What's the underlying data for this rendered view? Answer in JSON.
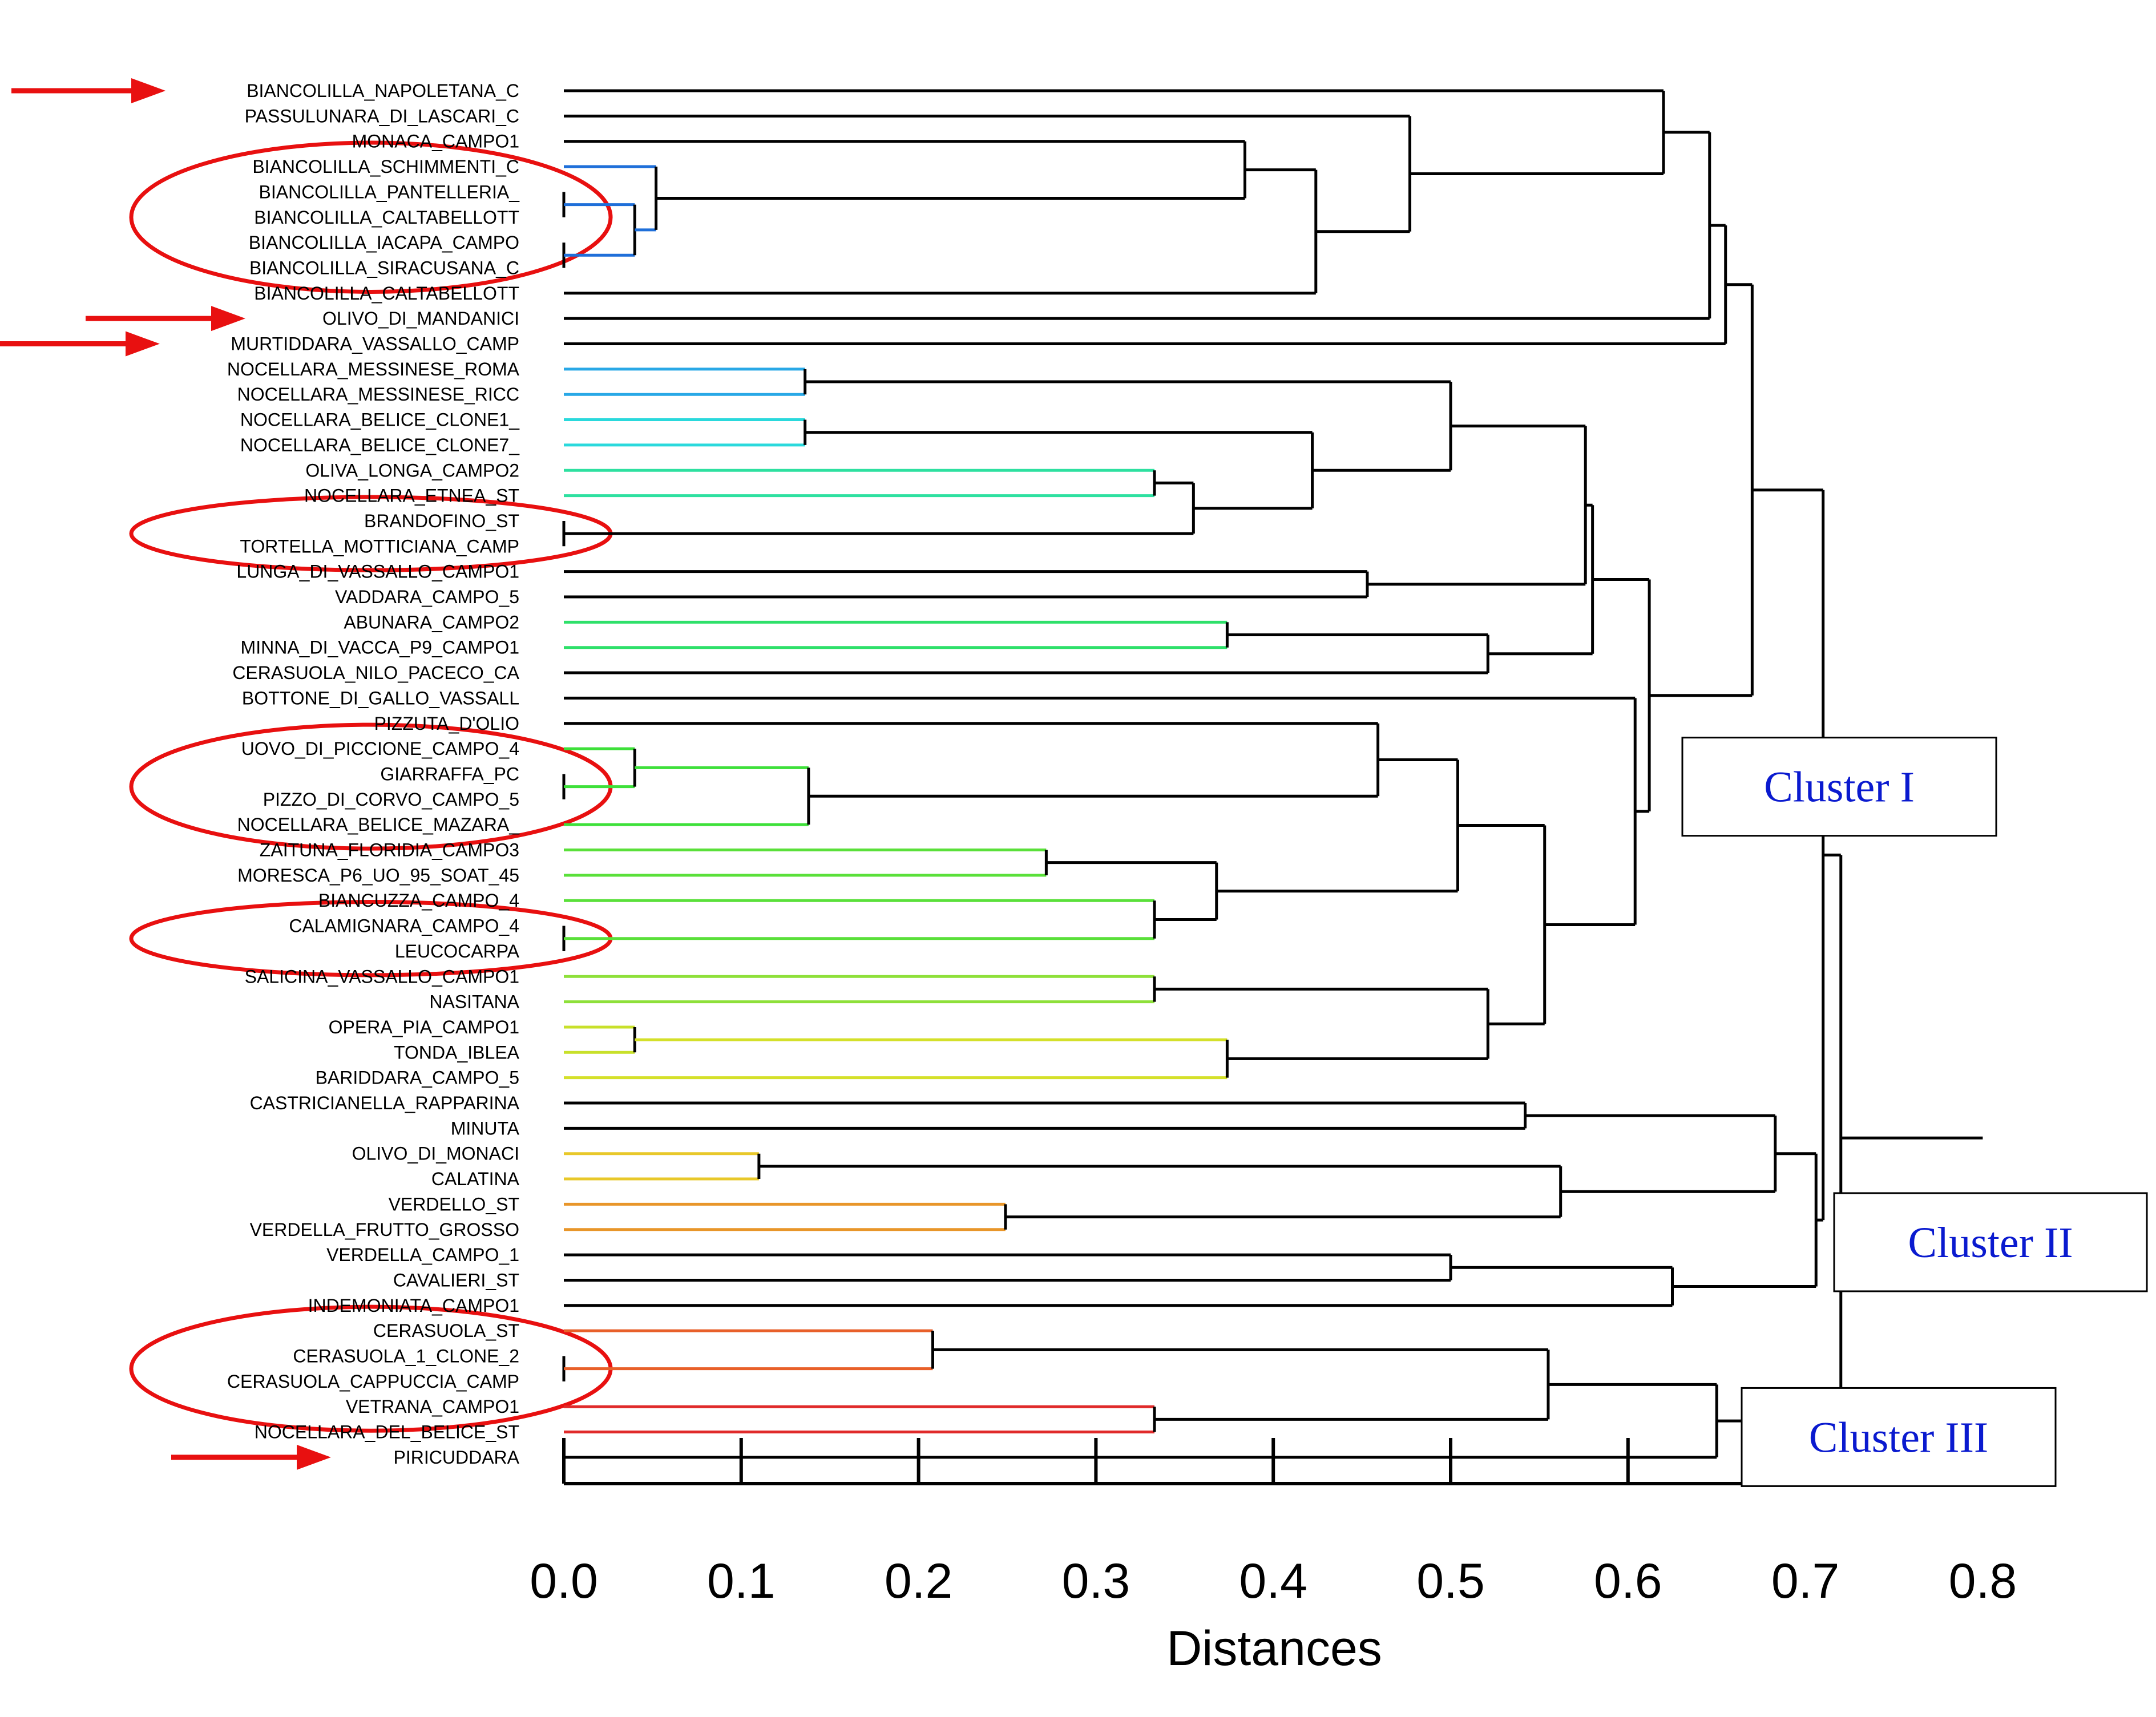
{
  "chart_data": {
    "type": "dendrogram",
    "xlabel": "Distances",
    "xlim": [
      0,
      0.8
    ],
    "ticks": [
      0.0,
      0.1,
      0.2,
      0.3,
      0.4,
      0.5,
      0.6,
      0.7,
      0.8
    ],
    "tick_labels": [
      "0.0",
      "0.1",
      "0.2",
      "0.3",
      "0.4",
      "0.5",
      "0.6",
      "0.7",
      "0.8"
    ],
    "leaves": [
      "BIANCOLILLA_NAPOLETANA_C",
      "PASSULUNARA_DI_LASCARI_C",
      "MONACA_CAMPO1",
      "BIANCOLILLA_SCHIMMENTI_C",
      "BIANCOLILLA_PANTELLERIA_",
      "BIANCOLILLA_CALTABELLOTT",
      "BIANCOLILLA_IACAPA_CAMPO",
      "BIANCOLILLA_SIRACUSANA_C",
      "BIANCOLILLA_CALTABELLOTT",
      "OLIVO_DI_MANDANICI",
      "MURTIDDARA_VASSALLO_CAMP",
      "NOCELLARA_MESSINESE_ROMA",
      "NOCELLARA_MESSINESE_RICC",
      "NOCELLARA_BELICE_CLONE1_",
      "NOCELLARA_BELICE_CLONE7_",
      "OLIVA_LONGA_CAMPO2",
      "NOCELLARA_ETNEA_ST",
      "BRANDOFINO_ST",
      "TORTELLA_MOTTICIANA_CAMP",
      "LUNGA_DI_VASSALLO_CAMPO1",
      "VADDARA_CAMPO_5",
      "ABUNARA_CAMPO2",
      "MINNA_DI_VACCA_P9_CAMPO1",
      "CERASUOLA_NILO_PACECO_CA",
      "BOTTONE_DI_GALLO_VASSALL",
      "PIZZUTA_D'OLIO",
      "UOVO_DI_PICCIONE_CAMPO_4",
      "GIARRAFFA_PC",
      "PIZZO_DI_CORVO_CAMPO_5",
      "NOCELLARA_BELICE_MAZARA_",
      "ZAITUNA_FLORIDIA_CAMPO3",
      "MORESCA_P6_UO_95_SOAT_45",
      "BIANCUZZA_CAMPO_4",
      "CALAMIGNARA_CAMPO_4",
      "LEUCOCARPA",
      "SALICINA_VASSALLO_CAMPO1",
      "NASITANA",
      "OPERA_PIA_CAMPO1",
      "TONDA_IBLEA",
      "BARIDDARA_CAMPO_5",
      "CASTRICIANELLA_RAPPARINA",
      "MINUTA",
      "OLIVO_DI_MONACI",
      "CALATINA",
      "VERDELLO_ST",
      "VERDELLA_FRUTTO_GROSSO",
      "VERDELLA_CAMPO_1",
      "CAVALIERI_ST",
      "INDEMONIATA_CAMPO1",
      "CERASUOLA_ST",
      "CERASUOLA_1_CLONE_2",
      "CERASUOLA_CAPPUCCIA_CAMP",
      "VETRANA_CAMPO1",
      "NOCELLARA_DEL_BELICE_ST",
      "PIRICUDDARA"
    ],
    "merges": [
      {
        "a": "L4",
        "b": "L5",
        "height": 0.0,
        "color": "#1f6fd9"
      },
      {
        "a": "L6",
        "b": "L7",
        "height": 0.0,
        "color": "#1f6fd9"
      },
      {
        "a": "N0",
        "b": "N1",
        "height": 0.04,
        "color": "#1f6fd9"
      },
      {
        "a": "L3",
        "b": "N2",
        "height": 0.052,
        "color": "#1f6fd9"
      },
      {
        "a": "L2",
        "b": "N3",
        "height": 0.384,
        "color": "#000000"
      },
      {
        "a": "N4",
        "b": "L8",
        "height": 0.424,
        "color": "#000000"
      },
      {
        "a": "L1",
        "b": "N5",
        "height": 0.477,
        "color": "#000000"
      },
      {
        "a": "L0",
        "b": "N6",
        "height": 0.62,
        "color": "#000000"
      },
      {
        "a": "N7",
        "b": "L9",
        "height": 0.646,
        "color": "#000000"
      },
      {
        "a": "N8",
        "b": "L10",
        "height": 0.655,
        "color": "#000000"
      },
      {
        "a": "L11",
        "b": "L12",
        "height": 0.136,
        "color": "#29a8e6"
      },
      {
        "a": "L13",
        "b": "L14",
        "height": 0.136,
        "color": "#2ad9dc"
      },
      {
        "a": "L17",
        "b": "L18",
        "height": 0.0,
        "color": "#000000"
      },
      {
        "a": "L15",
        "b": "L16",
        "height": 0.333,
        "color": "#2ee0a0"
      },
      {
        "a": "N13",
        "b": "N12",
        "height": 0.355,
        "color": "#000000"
      },
      {
        "a": "N11",
        "b": "N14",
        "height": 0.422,
        "color": "#000000"
      },
      {
        "a": "N10",
        "b": "N15",
        "height": 0.5,
        "color": "#000000"
      },
      {
        "a": "L19",
        "b": "L20",
        "height": 0.453,
        "color": "#000000"
      },
      {
        "a": "N16",
        "b": "N17",
        "height": 0.576,
        "color": "#000000"
      },
      {
        "a": "L21",
        "b": "L22",
        "height": 0.374,
        "color": "#2ee06a"
      },
      {
        "a": "N19",
        "b": "L23",
        "height": 0.521,
        "color": "#000000"
      },
      {
        "a": "N18",
        "b": "N20",
        "height": 0.58,
        "color": "#000000"
      },
      {
        "a": "L27",
        "b": "L28",
        "height": 0.0,
        "color": "#000000"
      },
      {
        "a": "L26",
        "b": "N22",
        "height": 0.04,
        "color": "#3ee03a"
      },
      {
        "a": "N23",
        "b": "L29",
        "height": 0.138,
        "color": "#3ee03a"
      },
      {
        "a": "L25",
        "b": "N24",
        "height": 0.459,
        "color": "#000000"
      },
      {
        "a": "L30",
        "b": "L31",
        "height": 0.272,
        "color": "#5ae03a"
      },
      {
        "a": "L33",
        "b": "L34",
        "height": 0.0,
        "color": "#000000"
      },
      {
        "a": "L32",
        "b": "N27",
        "height": 0.333,
        "color": "#5ae03a"
      },
      {
        "a": "N26",
        "b": "N28",
        "height": 0.368,
        "color": "#000000"
      },
      {
        "a": "N25",
        "b": "N29",
        "height": 0.504,
        "color": "#000000"
      },
      {
        "a": "L35",
        "b": "L36",
        "height": 0.333,
        "color": "#8ee03a"
      },
      {
        "a": "L37",
        "b": "L38",
        "height": 0.04,
        "color": "#c8e02a"
      },
      {
        "a": "N32",
        "b": "L39",
        "height": 0.374,
        "color": "#d4e02a"
      },
      {
        "a": "N31",
        "b": "N33",
        "height": 0.521,
        "color": "#000000"
      },
      {
        "a": "N30",
        "b": "N34",
        "height": 0.553,
        "color": "#000000"
      },
      {
        "a": "L24",
        "b": "N35",
        "height": 0.604,
        "color": "#000000"
      },
      {
        "a": "N21",
        "b": "N36",
        "height": 0.612,
        "color": "#000000"
      },
      {
        "a": "N9",
        "b": "N37",
        "height": 0.67,
        "color": "#000000"
      },
      {
        "a": "L40",
        "b": "L41",
        "height": 0.542,
        "color": "#000000"
      },
      {
        "a": "L42",
        "b": "L43",
        "height": 0.11,
        "color": "#e8c82a"
      },
      {
        "a": "L44",
        "b": "L45",
        "height": 0.249,
        "color": "#e8962a"
      },
      {
        "a": "N40",
        "b": "N41",
        "height": 0.562,
        "color": "#000000"
      },
      {
        "a": "N39",
        "b": "N42",
        "height": 0.683,
        "color": "#000000"
      },
      {
        "a": "L46",
        "b": "L47",
        "height": 0.5,
        "color": "#000000"
      },
      {
        "a": "N44",
        "b": "L48",
        "height": 0.625,
        "color": "#000000"
      },
      {
        "a": "N43",
        "b": "N45",
        "height": 0.706,
        "color": "#000000"
      },
      {
        "a": "N38",
        "b": "N46",
        "height": 0.71,
        "color": "#000000"
      },
      {
        "a": "L50",
        "b": "L51",
        "height": 0.0,
        "color": "#000000"
      },
      {
        "a": "L49",
        "b": "N48",
        "height": 0.208,
        "color": "#e8602a"
      },
      {
        "a": "L52",
        "b": "L53",
        "height": 0.333,
        "color": "#e02a2a"
      },
      {
        "a": "N49",
        "b": "N50",
        "height": 0.555,
        "color": "#000000"
      },
      {
        "a": "N51",
        "b": "L54",
        "height": 0.65,
        "color": "#000000"
      },
      {
        "a": "N47",
        "b": "N52",
        "height": 0.72,
        "color": "#000000"
      }
    ],
    "root_height": 0.8,
    "annotations": {
      "clusters": [
        {
          "label": "Cluster I",
          "at_leaf": 27.5
        },
        {
          "label": "Cluster II",
          "at_leaf": 45.5
        },
        {
          "label": "Cluster III",
          "at_leaf": 53.2
        }
      ],
      "arrows": [
        0,
        9,
        10,
        54
      ],
      "ellipses": [
        {
          "from": 3,
          "to": 7
        },
        {
          "from": 17,
          "to": 18
        },
        {
          "from": 26,
          "to": 29
        },
        {
          "from": 33,
          "to": 34
        },
        {
          "from": 49,
          "to": 52
        }
      ],
      "arrow_color": "#e81010",
      "ellipse_color": "#e81010",
      "box_text_color": "#0a1acf"
    }
  }
}
